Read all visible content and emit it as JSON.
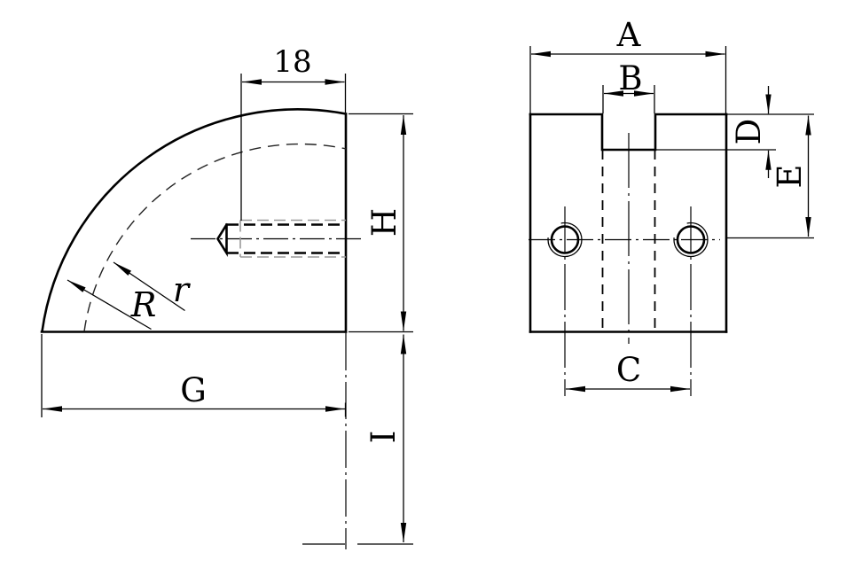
{
  "drawing": {
    "type": "technical-drawing",
    "background": "#ffffff",
    "colors": {
      "line": "#000000",
      "thread_line": "#999999"
    }
  },
  "front_view": {
    "dims": {
      "thread_depth": "18",
      "height": "H",
      "base_width": "G",
      "lower_extension": "I",
      "outer_radius": "R",
      "inner_radius": "r"
    }
  },
  "side_view": {
    "dims": {
      "overall_width": "A",
      "slot_width": "B",
      "hole_spacing": "C",
      "step_depth": "D",
      "hole_offset": "E"
    }
  }
}
